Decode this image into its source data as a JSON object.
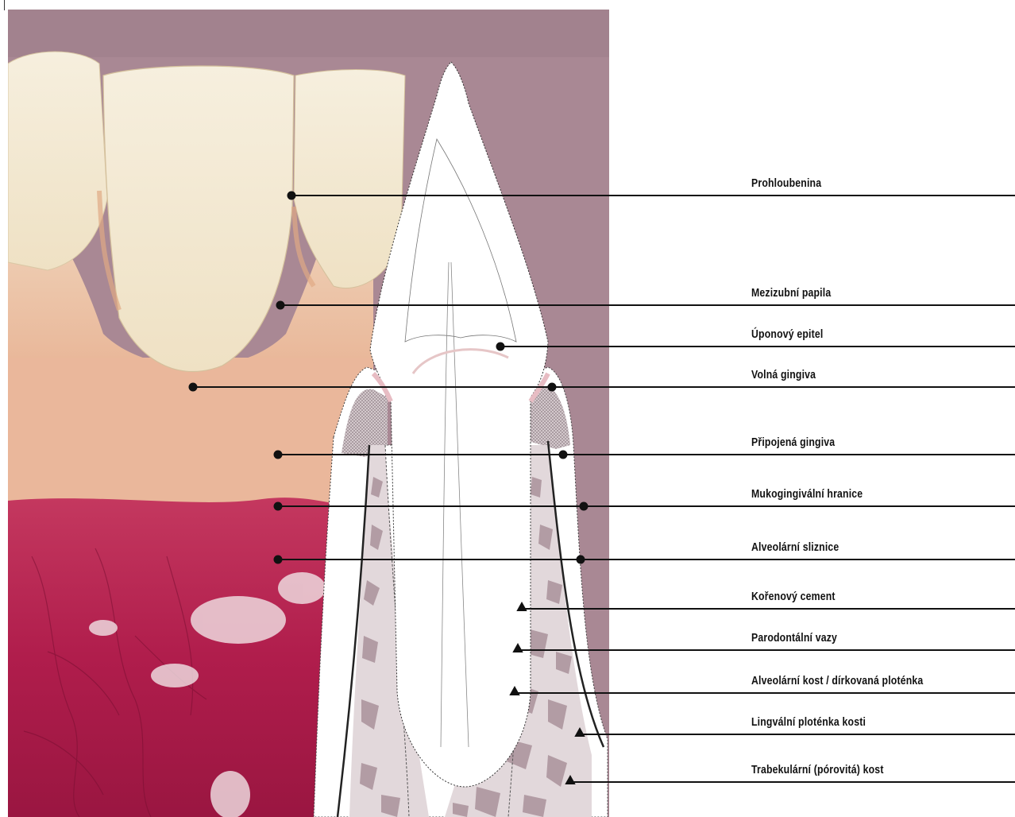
{
  "labels": [
    {
      "id": "prohloubenina",
      "text": "Prohloubenina"
    },
    {
      "id": "mezizubni-papila",
      "text": "Mezizubní papila"
    },
    {
      "id": "uponovy-epitel",
      "text": "Úponový epitel"
    },
    {
      "id": "volna-gingiva",
      "text": "Volná gingiva"
    },
    {
      "id": "pripojena-gingiva",
      "text": "Připojená gingiva"
    },
    {
      "id": "mukogingivalni-hranice",
      "text": "Mukogingivální hranice"
    },
    {
      "id": "alveolarni-sliznice",
      "text": "Alveolární sliznice"
    },
    {
      "id": "korenovy-cement",
      "text": "Kořenový cement"
    },
    {
      "id": "parodontalni-vazy",
      "text": "Parodontální vazy"
    },
    {
      "id": "alveolarni-kost",
      "text": "Alveolární kost / dírkovaná ploténka"
    },
    {
      "id": "lingvalni-plotenka",
      "text": "Lingvální ploténka kosti"
    },
    {
      "id": "trabekularni-kost",
      "text": "Trabekulární (pórovitá) kost"
    }
  ],
  "colors": {
    "background_mauve": "#a98894",
    "tooth_ivory": "#f3ead6",
    "gingiva_pink": "#eec7ad",
    "alveolar_mucosa": "#b31e4e",
    "bone_pattern": "#b29ca4",
    "leader_line": "#111111"
  }
}
